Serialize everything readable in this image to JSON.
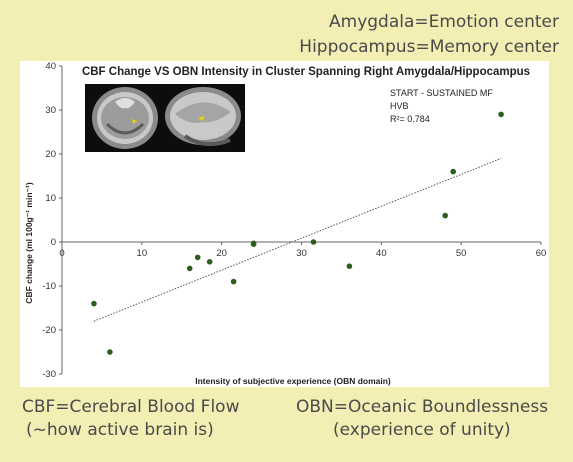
{
  "notes": {
    "amygdala": "Amygdala=Emotion center",
    "hippocampus": "Hippocampus=Memory center",
    "cbf": "CBF=Cerebral Blood Flow",
    "cbf_sub": "(~how active brain is)",
    "obn": "OBN=Oceanic Boundlessness",
    "obn_sub": "(experience of unity)"
  },
  "chart_data": {
    "type": "scatter",
    "title": "CBF Change VS OBN Intensity in Cluster Spanning Right Amygdala/Hippocampus",
    "xlabel": "Intensity of subjective experience (OBN domain)",
    "ylabel": "CBF change (ml 100g⁻¹ min⁻¹)",
    "xlim": [
      0,
      60
    ],
    "ylim": [
      -30,
      40
    ],
    "xticks": [
      0,
      10,
      20,
      30,
      40,
      50,
      60
    ],
    "yticks": [
      -30,
      -20,
      -10,
      0,
      10,
      20,
      30,
      40
    ],
    "x": [
      4,
      6,
      16,
      17,
      18.5,
      21.5,
      24,
      24,
      31.5,
      36,
      48,
      49,
      55
    ],
    "y": [
      -14,
      -25,
      -6,
      -3.5,
      -4.5,
      -9,
      -0.5,
      -0.3,
      0,
      -5.5,
      6,
      16,
      29
    ],
    "trendline": {
      "x": [
        4,
        55
      ],
      "y": [
        -18,
        19
      ]
    },
    "annotations": [
      "START - SUSTAINED MF",
      "HVB",
      "R²= 0.784"
    ],
    "colors": {
      "point": "#2e5e1e",
      "trend": "#555555"
    }
  }
}
